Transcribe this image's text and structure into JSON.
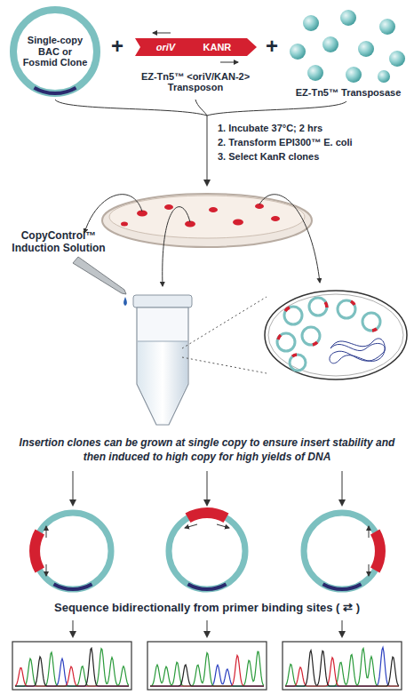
{
  "diagram": {
    "nodes": [
      {
        "text": [
          "Single-copy BAC or Fosmid Clone"
        ]
      },
      {
        "text": [
          "oriV",
          "KANR"
        ]
      }
    ],
    "labels": [
      "+",
      "EZ-Tn5™ <oriV/KAN-2> Transposon",
      "+",
      "EZ-Tn5™ Transposase",
      "1. Incubate 37°C; 2 hrs",
      "2. Transform EPI300™ E. coli",
      "3. Select KanR clones",
      "CopyControl™ Induction Solution",
      "Insertion clones can be grown at single copy to ensure insert stability and then induced to high copy for high yields of DNA",
      "Sequence bidirectionally from primer binding sites ( ⇄ )"
    ]
  }
}
